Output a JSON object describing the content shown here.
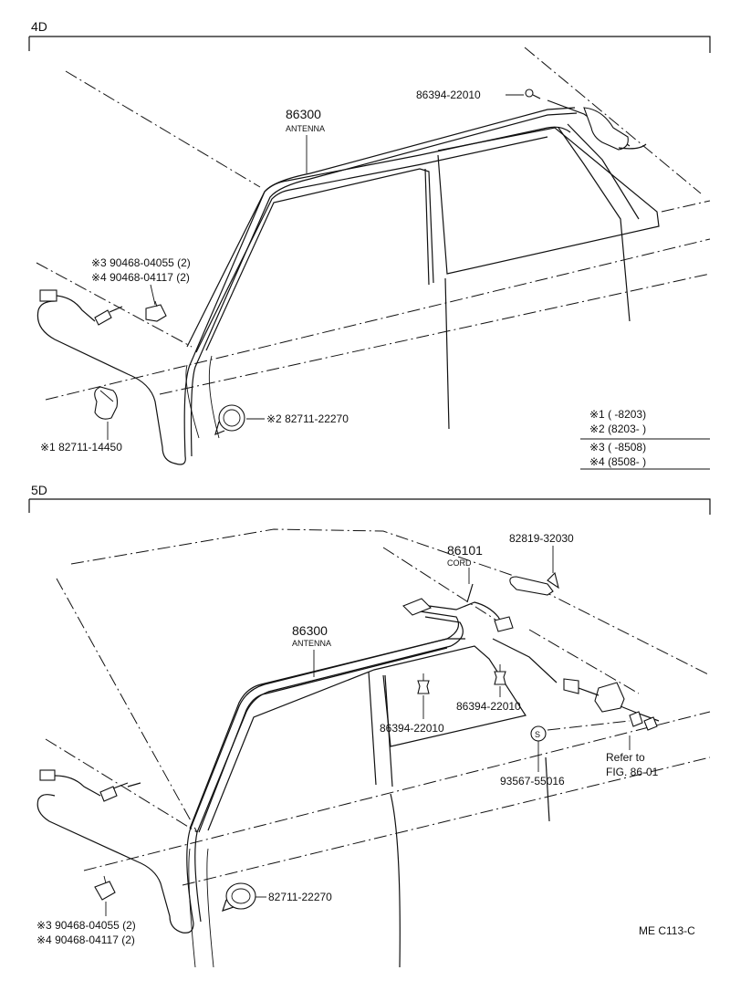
{
  "section_4d": {
    "title": "4D",
    "antenna_number": "86300",
    "antenna_name": "ANTENNA",
    "clip_top": "86394-22010",
    "screw_3": "※3 90468-04055 (2)",
    "screw_4": "※4 90468-04117 (2)",
    "clamp_2": "※2 82711-22270",
    "clamp_1": "※1 82711-14450",
    "notes": [
      "※1 (      -8203)",
      "※2 (8203-      )",
      "※3 (      -8508)",
      "※4 (8508-      )"
    ]
  },
  "section_5d": {
    "title": "5D",
    "cord_number": "86101",
    "cord_name": "CORD",
    "cord_clamp": "82819-32030",
    "antenna_number": "86300",
    "antenna_name": "ANTENNA",
    "clip_a": "86394-22010",
    "clip_b": "86394-22010",
    "screw_s": "93567-55016",
    "refer_line1": "Refer to",
    "refer_line2": "FIG. 86-01",
    "clamp": "82711-22270",
    "screw_3": "※3 90468-04055 (2)",
    "screw_4": "※4 90468-04117 (2)",
    "code": "ME C113-C"
  }
}
